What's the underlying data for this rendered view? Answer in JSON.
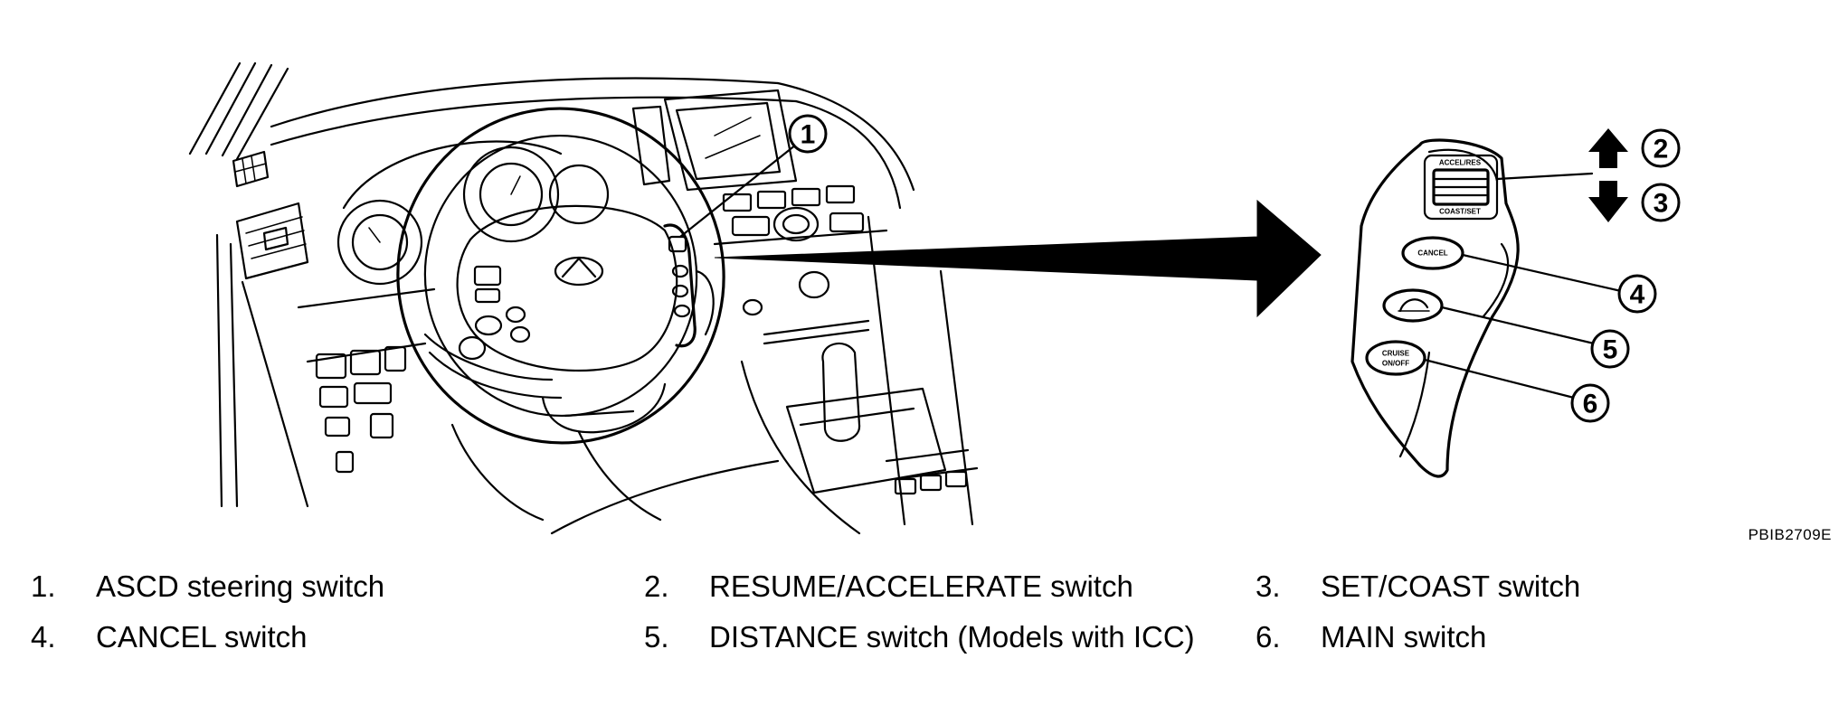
{
  "figure_code": "PBIB2709E",
  "switch_labels": {
    "accel_res": "ACCEL/RES",
    "coast_set": "COAST/SET",
    "cancel": "CANCEL",
    "cruise_line1": "CRUISE",
    "cruise_line2": "ON/OFF"
  },
  "callouts": [
    "1",
    "2",
    "3",
    "4",
    "5",
    "6"
  ],
  "legend": [
    {
      "num": "1.",
      "text": "ASCD steering switch"
    },
    {
      "num": "2.",
      "text": "RESUME/ACCELERATE switch"
    },
    {
      "num": "3.",
      "text": "SET/COAST switch"
    },
    {
      "num": "4.",
      "text": "CANCEL switch"
    },
    {
      "num": "5.",
      "text": "DISTANCE switch (Models with ICC)"
    },
    {
      "num": "6.",
      "text": "MAIN switch"
    }
  ]
}
